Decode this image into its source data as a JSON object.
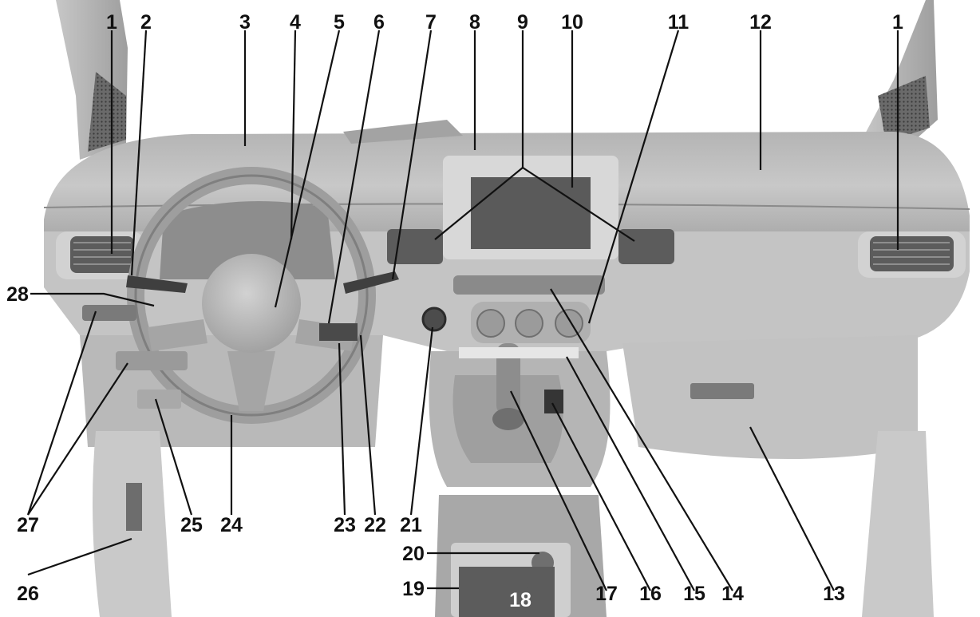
{
  "figure": {
    "callouts": [
      "1",
      "2",
      "3",
      "4",
      "5",
      "6",
      "7",
      "8",
      "9",
      "10",
      "11",
      "12",
      "1",
      "28",
      "27",
      "26",
      "25",
      "24",
      "23",
      "22",
      "21",
      "20",
      "19",
      "18",
      "17",
      "16",
      "15",
      "14",
      "13"
    ]
  },
  "colors": {
    "background": "#ffffff",
    "dashboard": "#bdbdbd",
    "dashboard_dark": "#8f8f8f",
    "screen": "#5a5a5a",
    "label_text": "#111111"
  }
}
